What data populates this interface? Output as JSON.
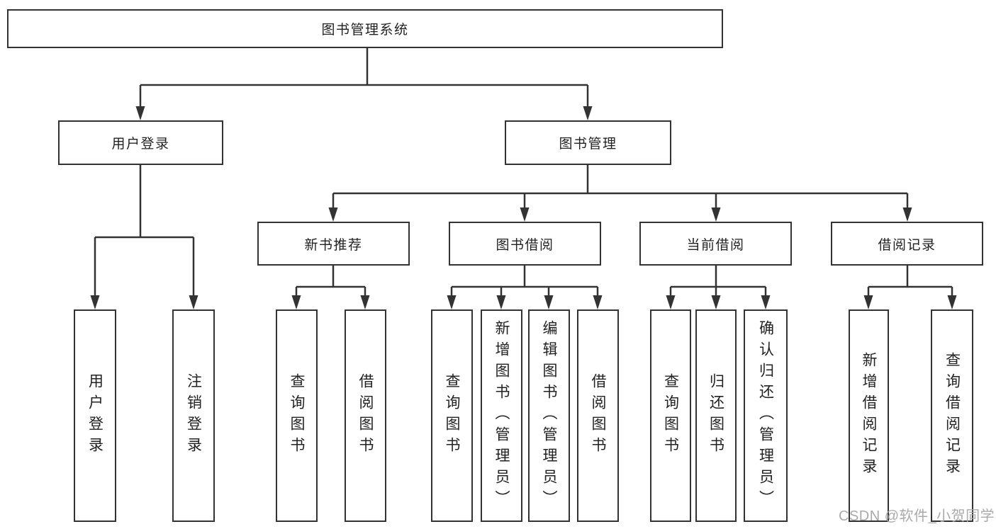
{
  "nodes": {
    "root": {
      "label": "图书管理系统"
    },
    "user_login": {
      "label": "用户登录"
    },
    "book_mgmt": {
      "label": "图书管理"
    },
    "new_book_rec": {
      "label": "新书推荐"
    },
    "book_borrow": {
      "label": "图书借阅"
    },
    "current_borrow": {
      "label": "当前借阅"
    },
    "borrow_records": {
      "label": "借阅记录"
    },
    "leaf_user_login": {
      "label": "用户登录"
    },
    "leaf_logout": {
      "label": "注销登录"
    },
    "leaf_rec_query_books": {
      "label": "查询图书"
    },
    "leaf_rec_borrow_books": {
      "label": "借阅图书"
    },
    "leaf_bb_query_books": {
      "label": "查询图书"
    },
    "leaf_bb_add_books": {
      "label": "新增图书（管理员）"
    },
    "leaf_bb_edit_books": {
      "label": "编辑图书（管理员）"
    },
    "leaf_bb_borrow_books": {
      "label": "借阅图书"
    },
    "leaf_cb_query_books": {
      "label": "查询图书"
    },
    "leaf_cb_return_books": {
      "label": "归还图书"
    },
    "leaf_cb_confirm_return": {
      "label": "确认归还（管理员）"
    },
    "leaf_br_add_record": {
      "label": "新增借阅记录"
    },
    "leaf_br_query_record": {
      "label": "查询借阅记录"
    }
  },
  "edges": [
    [
      "root",
      "user_login"
    ],
    [
      "root",
      "book_mgmt"
    ],
    [
      "user_login",
      "leaf_user_login"
    ],
    [
      "user_login",
      "leaf_logout"
    ],
    [
      "book_mgmt",
      "new_book_rec"
    ],
    [
      "book_mgmt",
      "book_borrow"
    ],
    [
      "book_mgmt",
      "current_borrow"
    ],
    [
      "book_mgmt",
      "borrow_records"
    ],
    [
      "new_book_rec",
      "leaf_rec_query_books"
    ],
    [
      "new_book_rec",
      "leaf_rec_borrow_books"
    ],
    [
      "book_borrow",
      "leaf_bb_query_books"
    ],
    [
      "book_borrow",
      "leaf_bb_add_books"
    ],
    [
      "book_borrow",
      "leaf_bb_edit_books"
    ],
    [
      "book_borrow",
      "leaf_bb_borrow_books"
    ],
    [
      "current_borrow",
      "leaf_cb_query_books"
    ],
    [
      "current_borrow",
      "leaf_cb_return_books"
    ],
    [
      "current_borrow",
      "leaf_cb_confirm_return"
    ],
    [
      "borrow_records",
      "leaf_br_add_record"
    ],
    [
      "borrow_records",
      "leaf_br_query_record"
    ]
  ],
  "watermark": {
    "text": "CSDN @软件_小贺同学"
  },
  "colors": {
    "line": "#333333",
    "box_border": "#333333",
    "box_fill": "#ffffff",
    "text": "#222222",
    "watermark": "#aaaaaa",
    "background": "#ffffff"
  }
}
